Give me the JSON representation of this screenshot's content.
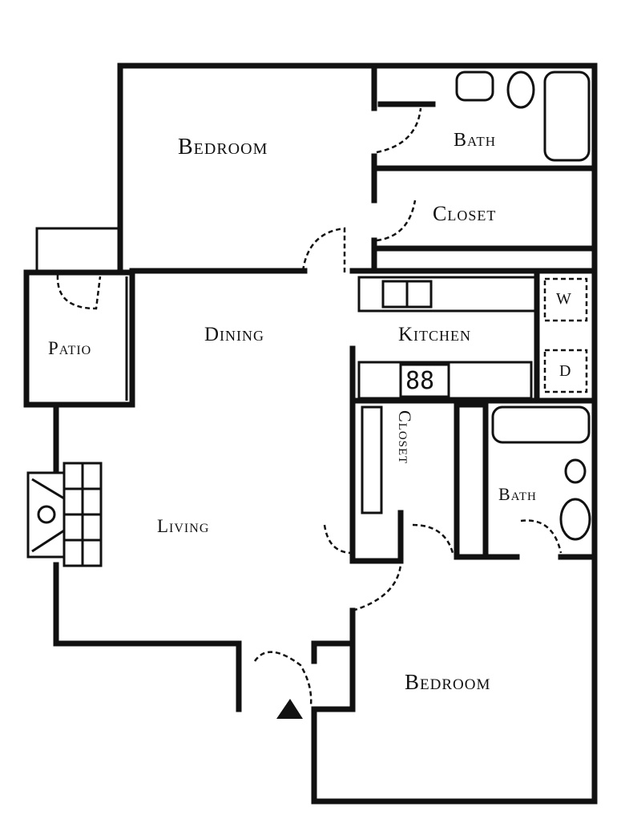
{
  "rooms": {
    "bedroom_top": "Bedroom",
    "bath_top": "Bath",
    "closet_top": "Closet",
    "patio": "Patio",
    "dining": "Dining",
    "kitchen": "Kitchen",
    "closet_mid": "Closet",
    "bath_mid": "Bath",
    "living": "Living",
    "bedroom_bottom": "Bedroom"
  },
  "appliances": {
    "washer": "W",
    "dryer": "D",
    "range": "88"
  },
  "colors": {
    "ink": "#111111",
    "paper": "#ffffff"
  }
}
